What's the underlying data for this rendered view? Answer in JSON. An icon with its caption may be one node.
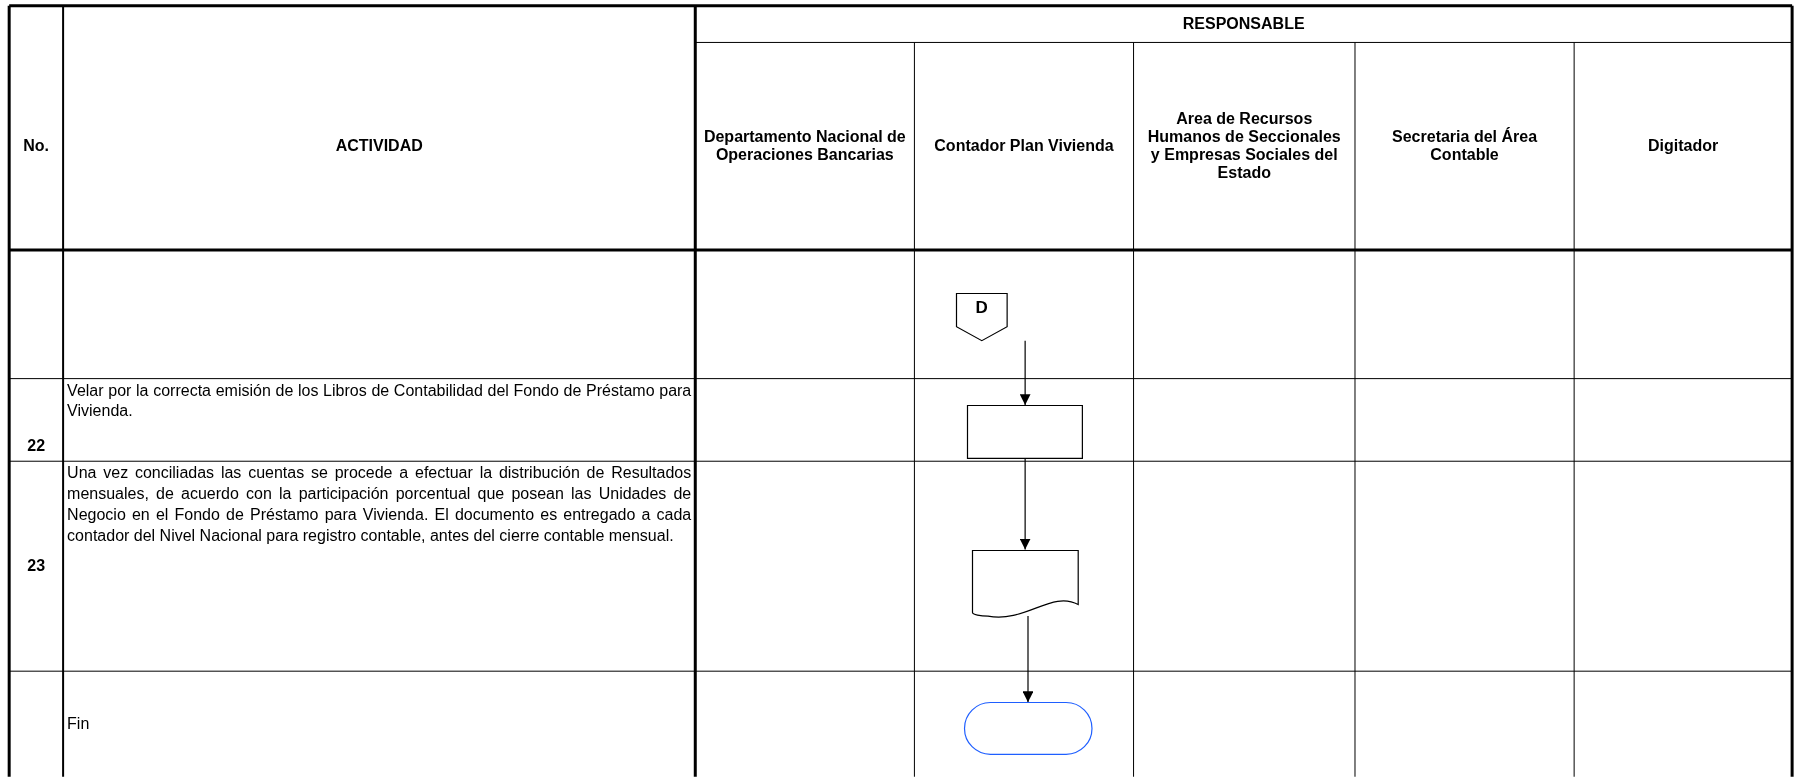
{
  "diagram": {
    "nodes": [
      {
        "text": [
          "D"
        ]
      },
      {
        "text": [],
        "shape": "box"
      },
      {
        "text": [],
        "shape": "document"
      },
      {
        "text": [],
        "shape": "terminator"
      }
    ],
    "edges": [
      {
        "from": 0,
        "to": 1,
        "arrow": "to"
      },
      {
        "from": 1,
        "to": 2,
        "arrow": "to"
      },
      {
        "from": 2,
        "to": 3,
        "arrow": "to"
      }
    ],
    "labels": [
      "RESPONSABLE",
      "No.",
      "ACTIVIDAD",
      "Departamento Nacional de Operaciones Bancarias",
      "Contador Plan Vivienda",
      "Area de Recursos Humanos de Seccionales y Empresas Sociales del Estado",
      "Secretaria del Área Contable",
      "Digitador",
      "22",
      "Velar por la correcta emisión de los Libros de Contabilidad del Fondo de Préstamo para Vivienda.",
      "23",
      "Una vez conciliadas las cuentas se procede a efectuar la distribución de Resultados mensuales, de acuerdo con la participación porcentual que posean las Unidades de Negocio en el Fondo de Préstamo para Vivienda. El documento es entregado a cada contador del Nivel Nacional para registro contable, antes del cierre contable mensual.",
      "Fin"
    ]
  }
}
